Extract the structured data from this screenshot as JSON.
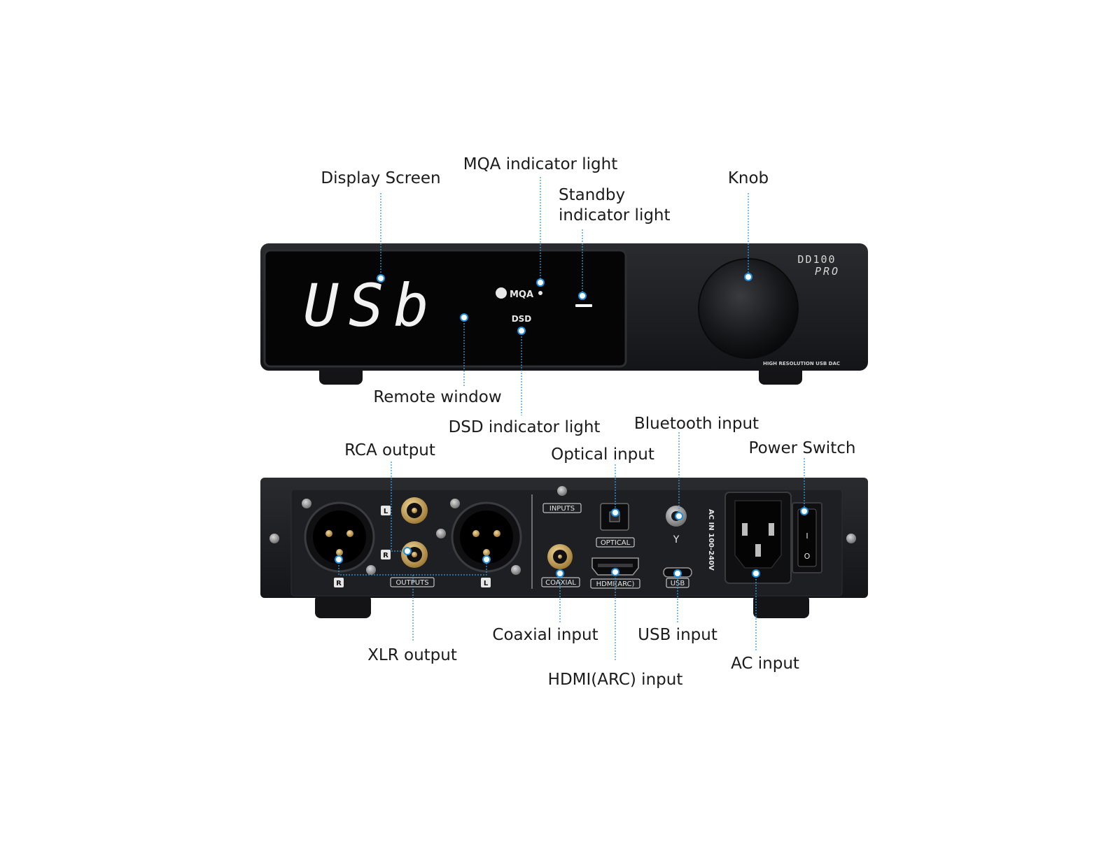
{
  "device": {
    "display_text": "USb",
    "mqa_badge": "MQA",
    "dsd_badge": "DSD",
    "model_line1": "DD100",
    "model_line2": "PRO",
    "tagline": "HIGH RESOLUTION USB DAC"
  },
  "rear_panel": {
    "inputs_label": "INPUTS",
    "optical_label": "OPTICAL",
    "coaxial_label": "COAXIAL",
    "hdmi_label": "HDMI(ARC)",
    "usb_label": "USB",
    "outputs_label": "OUTPUTS",
    "left_mark": "L",
    "right_mark": "R",
    "ac_rating": "AC IN 100-240V",
    "switch_on": "I",
    "switch_off": "O"
  },
  "callouts": {
    "display_screen": "Display Screen",
    "mqa_indicator": "MQA indicator light",
    "standby_line1": "Standby",
    "standby_line2": "indicator light",
    "knob": "Knob",
    "remote_window": "Remote window",
    "dsd_indicator": "DSD indicator light",
    "rca_output": "RCA output",
    "optical_input": "Optical input",
    "bluetooth_input": "Bluetooth input",
    "power_switch": "Power Switch",
    "xlr_output": "XLR output",
    "coaxial_input": "Coaxial input",
    "usb_input": "USB input",
    "hdmi_input": "HDMI(ARC) input",
    "ac_input": "AC input"
  },
  "colors": {
    "callout_line": "#3a9ad9",
    "dot": "#1e8fe0",
    "chassis": "#1c1d20",
    "gold": "#c9a04a"
  }
}
